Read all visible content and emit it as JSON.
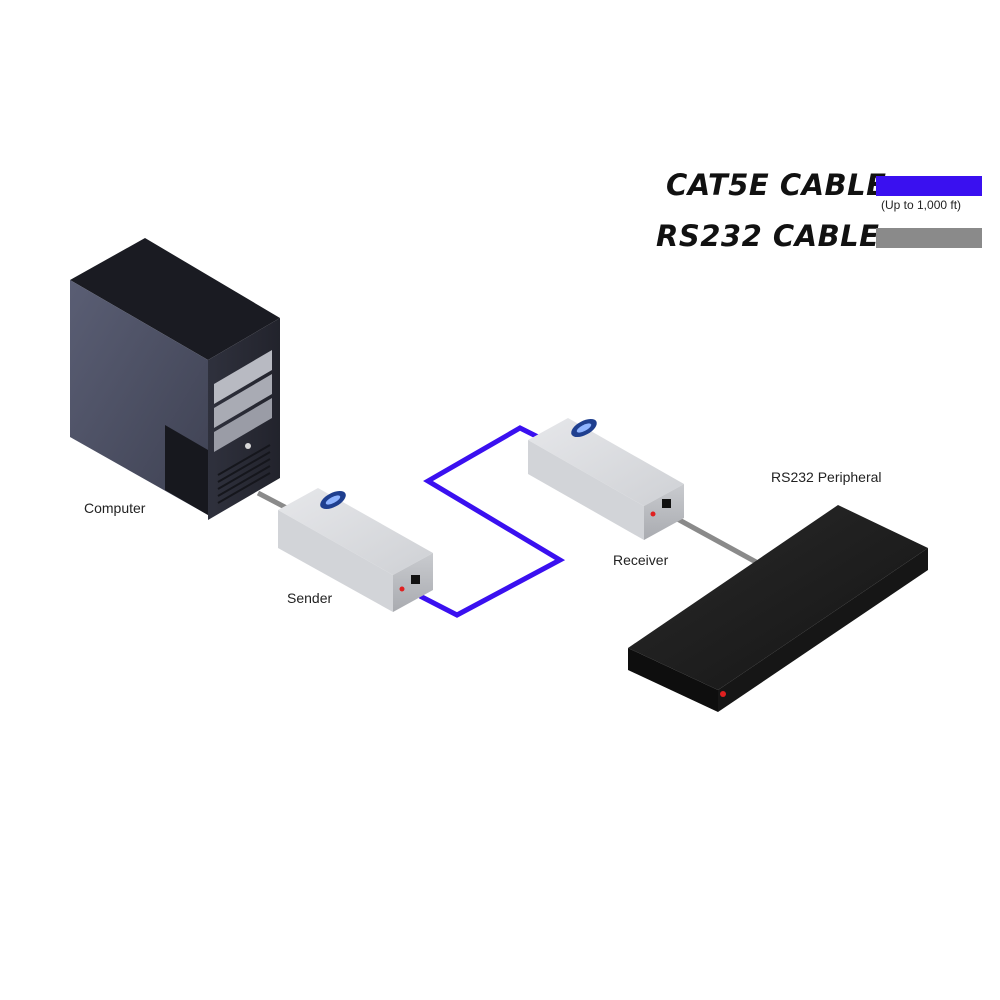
{
  "legend": {
    "cat5e": {
      "label": "CAT5E CABLE",
      "note": "(Up to 1,000 ft)",
      "color": "#3a10f0"
    },
    "rs232": {
      "label": "RS232 CABLE",
      "color": "#8a8a8a"
    }
  },
  "devices": {
    "computer": {
      "label": "Computer"
    },
    "sender": {
      "label": "Sender"
    },
    "receiver": {
      "label": "Receiver"
    },
    "peripheral": {
      "label": "RS232 Peripheral"
    }
  },
  "colors": {
    "tower_front": "#505468",
    "tower_side": "#2b2d38",
    "tower_top": "#1a1b22",
    "box_light": "#d9dadd",
    "box_shade": "#b3b5ba",
    "peripheral": "#1b1b1b",
    "led": "#e02020"
  }
}
